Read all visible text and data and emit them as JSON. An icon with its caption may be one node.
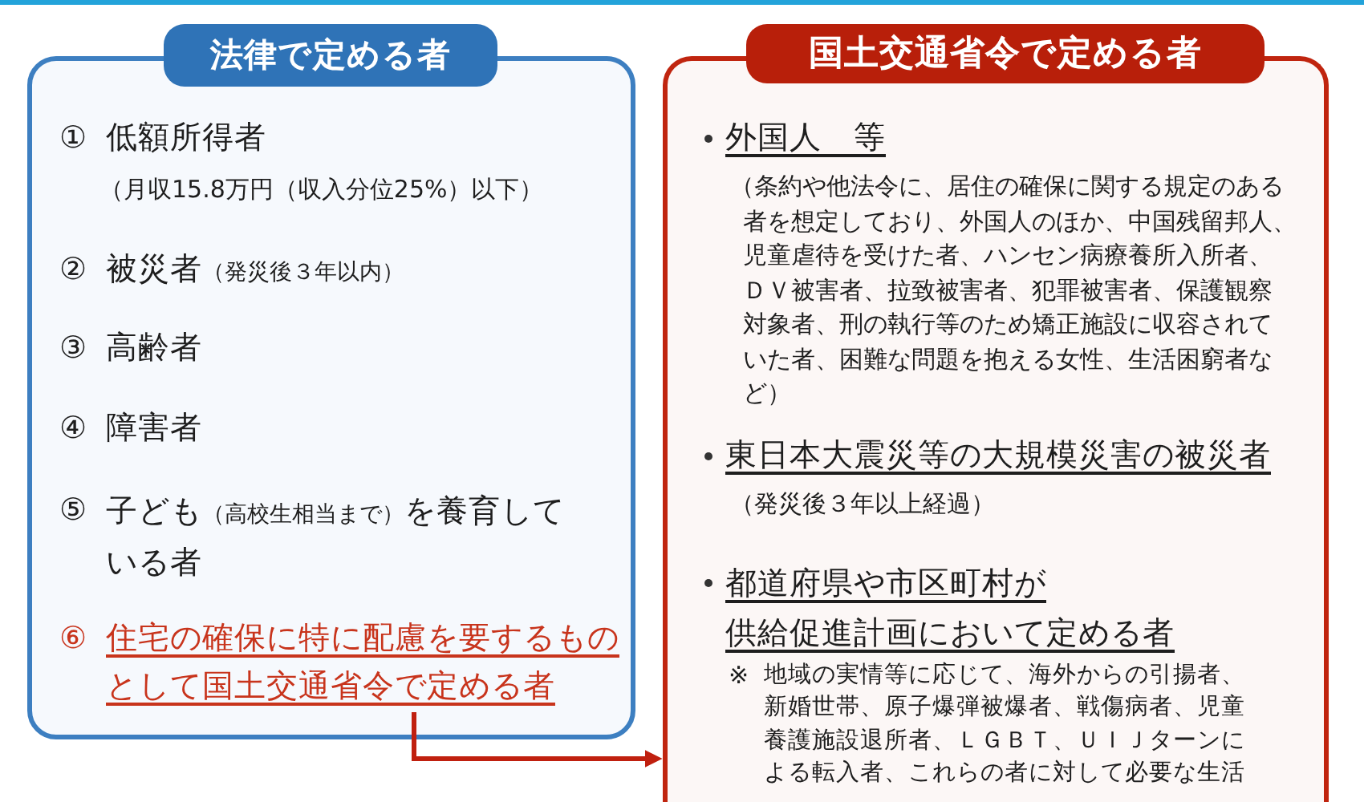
{
  "diagram": {
    "nodes": [
      {
        "text": [
          "法律で定める者",
          "①",
          "低額所得者",
          "（月収15.8万円（収入分位25%）以下）",
          "②",
          "被災者（発災後３年以内）",
          "③",
          "高齢者",
          "④",
          "障害者",
          "⑤",
          "子ども（高校生相当まで）を養育している者"
        ]
      },
      {
        "text": [
          "⑥",
          "住宅の確保に特に配慮を要するものとして国土交通省令で定める者"
        ],
        "in": 0
      },
      {
        "text": [
          "国土交通省令で定める者",
          "外国人　等",
          "（条約や他法令に、居住の確保に関する規定のある者を想定しており、外国人のほか、中国残留邦人、児童虐待を受けた者、ハンセン病療養所入所者、ＤＶ被害者、拉致被害者、犯罪被害者、保護観察対象者、刑の執行等のため矯正施設に収容されていた者、困難な問題を抱える女性、生活困窮者など）",
          "東日本大震災等の大規模災害の被災者",
          "（発災後３年以上経過）",
          "都道府県や市区町村が供給促進計画において定める者",
          "※",
          "地域の実情等に応じて、海外からの引揚者、新婚世帯、原子爆弾被爆者、戦傷病者、児童養護施設退所者、ＬＧＢＴ、ＵＩＪターンによる転入者、これらの者に対して必要な生活"
        ]
      }
    ],
    "edges": [
      {
        "from": 1,
        "to": 2,
        "arrow": "to"
      }
    ]
  }
}
